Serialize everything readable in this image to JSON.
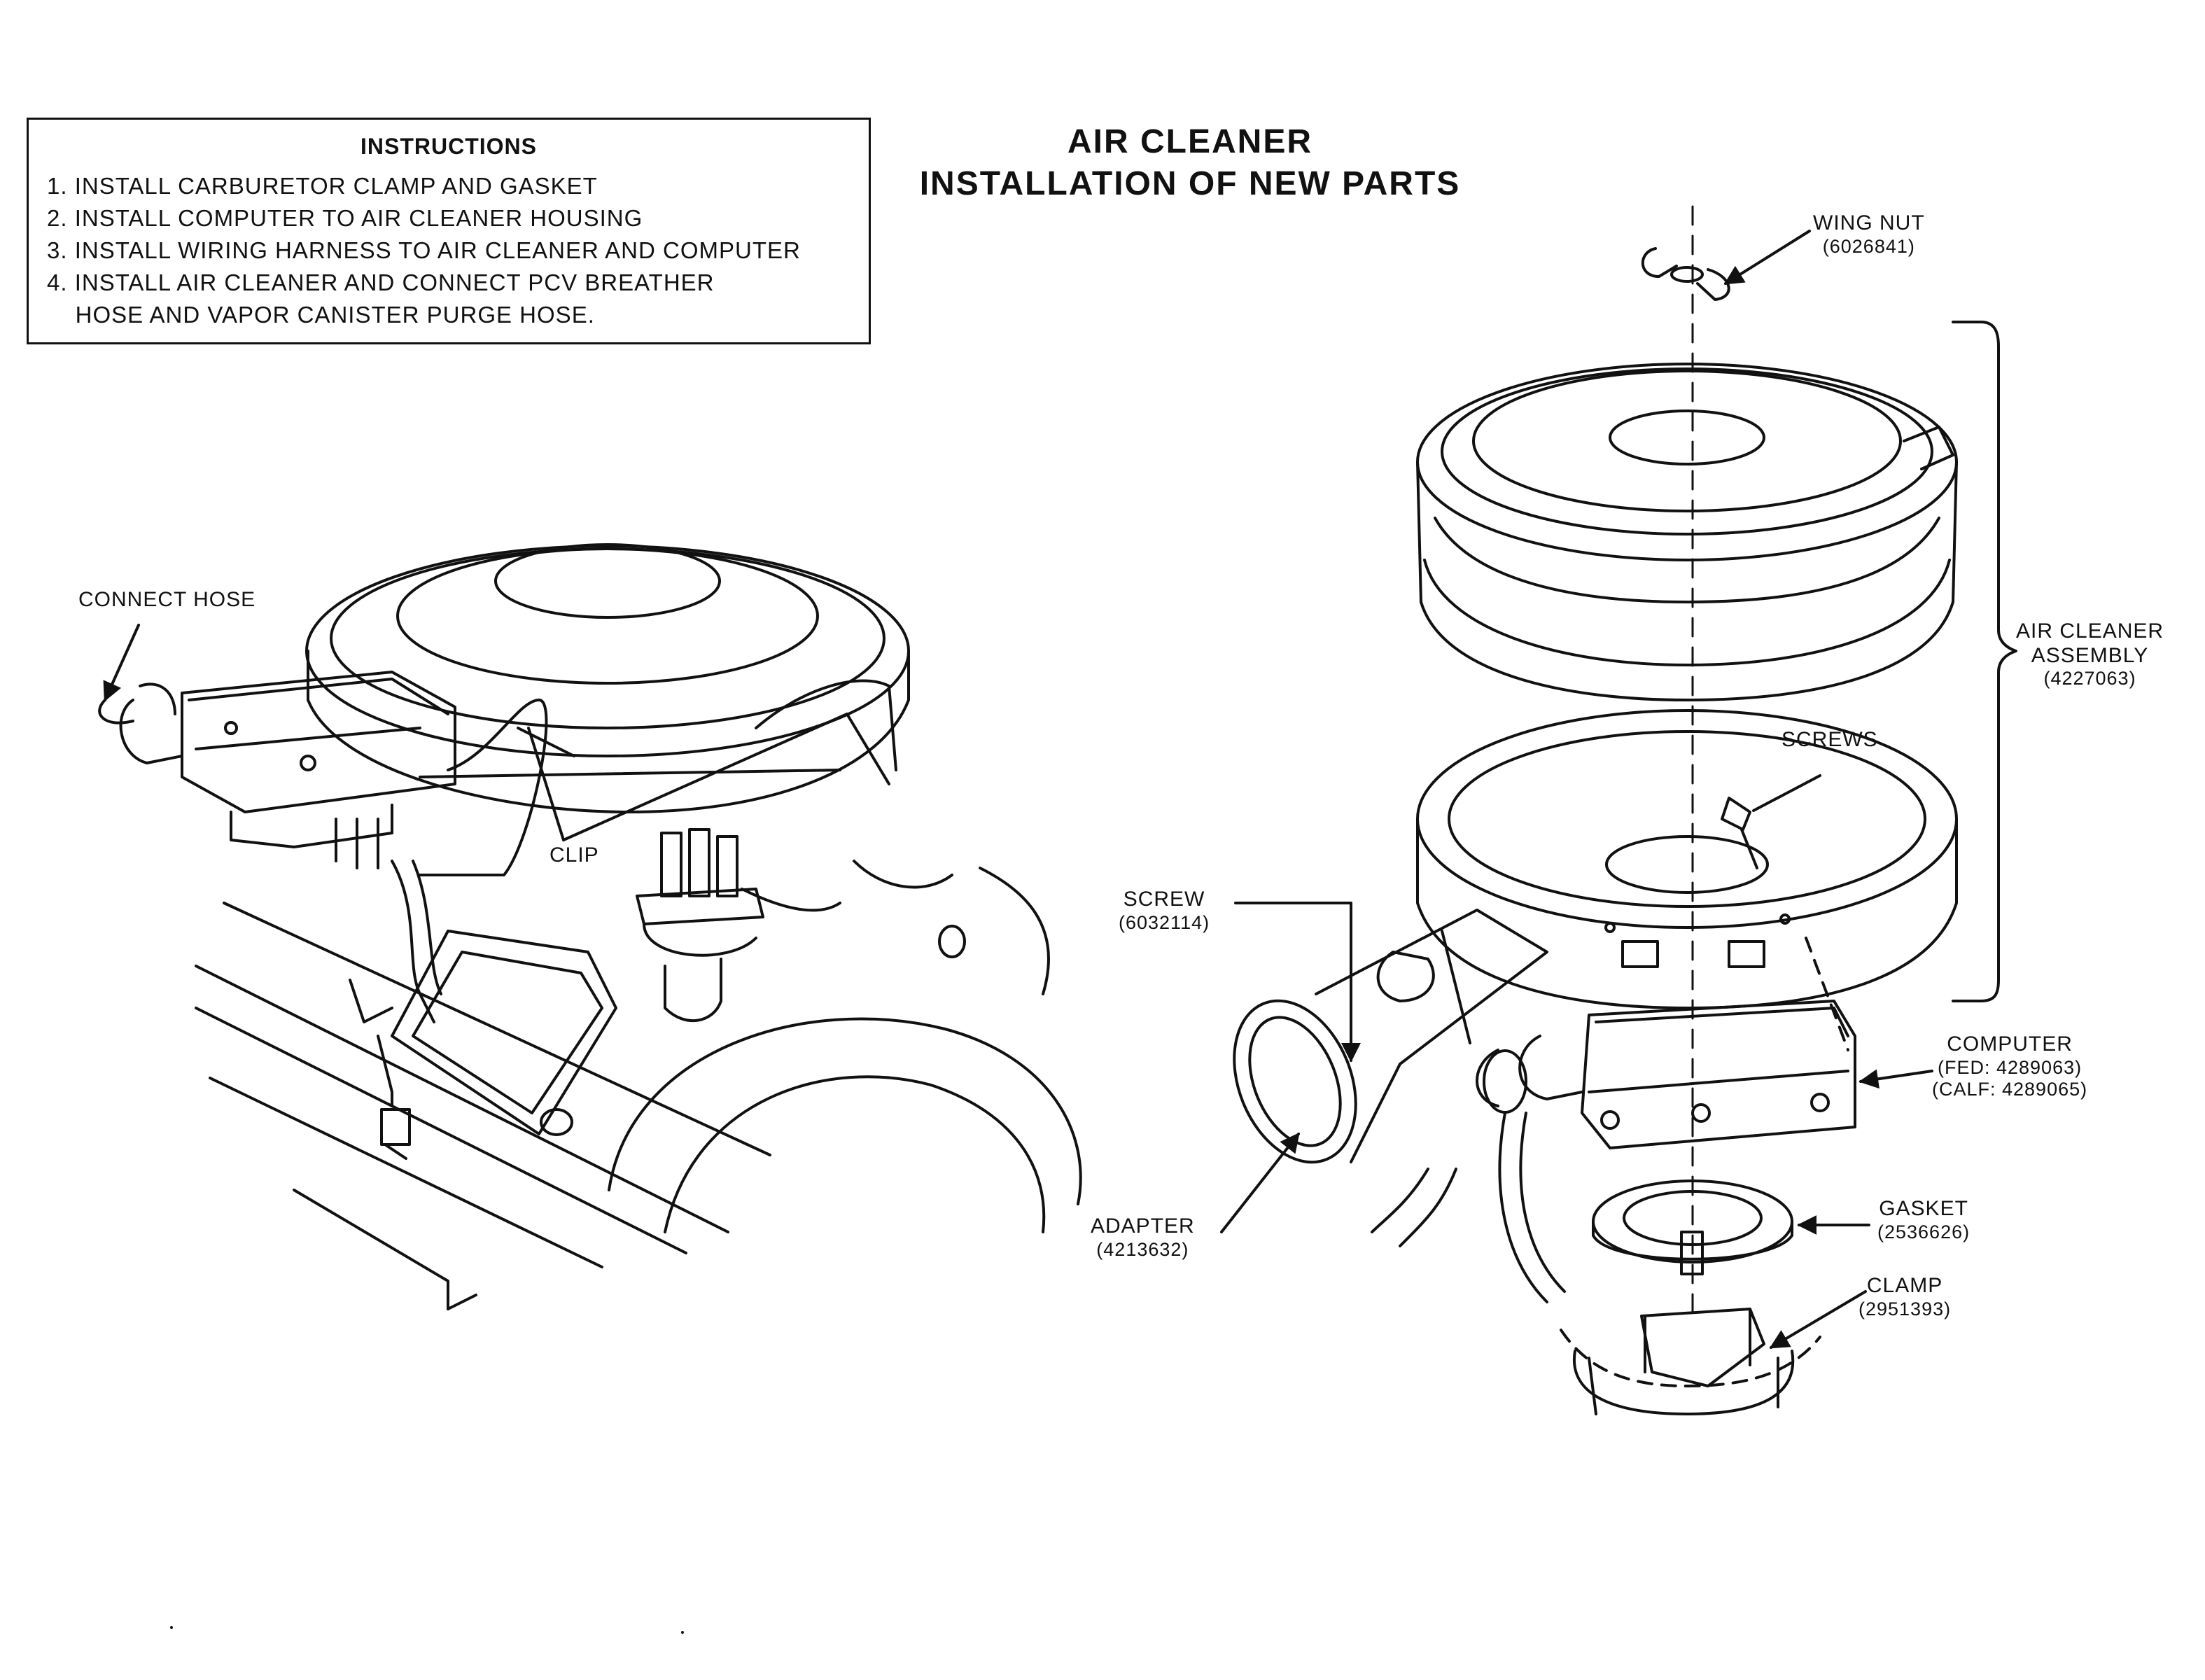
{
  "instructions": {
    "heading": "INSTRUCTIONS",
    "steps": [
      "1. INSTALL CARBURETOR CLAMP AND GASKET",
      "2. INSTALL COMPUTER TO AIR CLEANER HOUSING",
      "3. INSTALL WIRING HARNESS TO AIR CLEANER AND COMPUTER",
      "4. INSTALL AIR CLEANER AND CONNECT PCV BREATHER",
      "    HOSE AND VAPOR CANISTER PURGE HOSE."
    ]
  },
  "title": {
    "line1": "AIR CLEANER",
    "line2": "INSTALLATION OF NEW PARTS"
  },
  "labels": {
    "connect_hose": "CONNECT HOSE",
    "clip": "CLIP",
    "wing_nut": {
      "name": "WING NUT",
      "part": "(6026841)"
    },
    "air_cleaner_assembly": {
      "line1": "AIR CLEANER",
      "line2": "ASSEMBLY",
      "part": "(4227063)"
    },
    "screws": "SCREWS",
    "screw": {
      "name": "SCREW",
      "part": "(6032114)"
    },
    "computer": {
      "name": "COMPUTER",
      "fed": "(FED: 4289063)",
      "calf": "(CALF: 4289065)"
    },
    "adapter": {
      "name": "ADAPTER",
      "part": "(4213632)"
    },
    "gasket": {
      "name": "GASKET",
      "part": "(2536626)"
    },
    "clamp": {
      "name": "CLAMP",
      "part": "(2951393)"
    }
  },
  "colors": {
    "ink": "#111111",
    "paper": "#ffffff"
  }
}
